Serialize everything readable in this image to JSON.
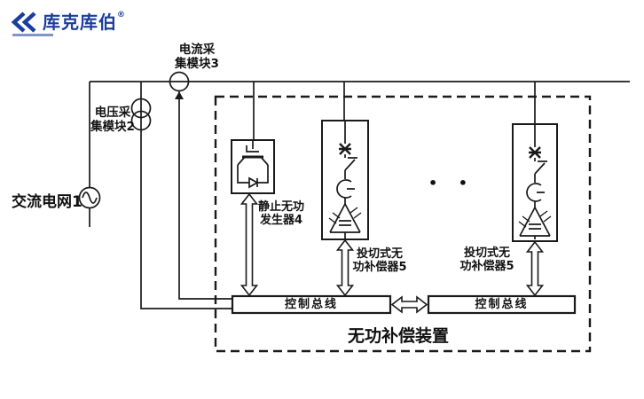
{
  "logo": {
    "brand": "库克库伯",
    "registered_mark": "®"
  },
  "diagram": {
    "ac_grid_label": "交流电网1",
    "voltage_module": {
      "line1": "电压采",
      "line2": "集模块2"
    },
    "current_module": {
      "line1": "电流采",
      "line2": "集模块3"
    },
    "svg_generator": {
      "line1": "静止无功",
      "line2": "发生器4"
    },
    "compensator_1": {
      "line1": "投切式无",
      "line2": "功补偿器5"
    },
    "compensator_2": {
      "line1": "投切式无",
      "line2": "功补偿器5"
    },
    "control_bus_left": "控制总线",
    "control_bus_right": "控制总线",
    "device_label": "无功补偿装置",
    "ellipsis": "• •"
  },
  "colors": {
    "line": "#1a1a1a",
    "logo_blue": "#1b3e9d",
    "background": "#ffffff"
  }
}
